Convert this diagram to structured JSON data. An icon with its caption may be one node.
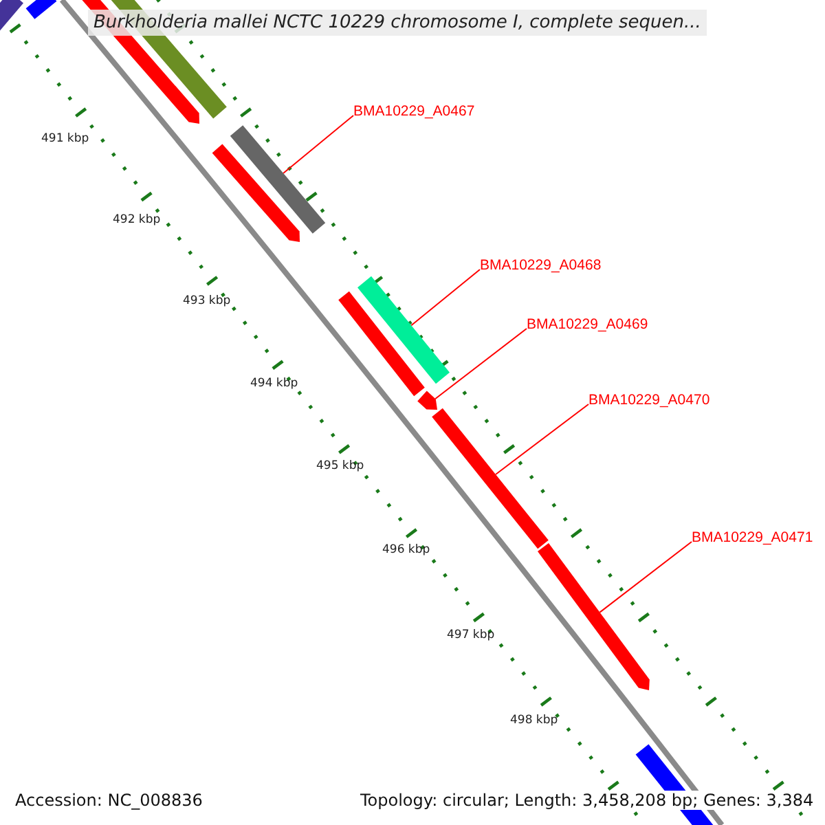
{
  "diagram": {
    "title": "Burkholderia mallei NCTC 10229 chromosome I, complete sequen...",
    "nodes": [
      {
        "text": [],
        "shape": "bar"
      },
      {
        "text": [],
        "shape": "bar"
      },
      {
        "text": [],
        "shape": "arrow"
      },
      {
        "text": [],
        "shape": "bar"
      },
      {
        "text": [
          "BMA10229_A0467"
        ]
      },
      {
        "text": [],
        "shape": "bar"
      },
      {
        "text": [],
        "shape": "arrow"
      },
      {
        "text": [
          "BMA10229_A0468"
        ]
      },
      {
        "text": [],
        "shape": "bar"
      },
      {
        "text": [],
        "shape": "bar"
      },
      {
        "text": [
          "BMA10229_A0469"
        ]
      },
      {
        "text": [],
        "shape": "arrow"
      },
      {
        "text": [
          "BMA10229_A0470"
        ]
      },
      {
        "text": [],
        "shape": "bar"
      },
      {
        "text": [
          "BMA10229_A0471"
        ]
      },
      {
        "text": [],
        "shape": "arrow"
      },
      {
        "text": [],
        "shape": "bar"
      }
    ],
    "edges": [
      {
        "from": 4,
        "to": 5,
        "arrow": "none"
      },
      {
        "from": 7,
        "to": 8,
        "arrow": "none"
      },
      {
        "from": 10,
        "to": 11,
        "arrow": "none"
      },
      {
        "from": 12,
        "to": 13,
        "arrow": "none"
      },
      {
        "from": 14,
        "to": 15,
        "arrow": "none"
      }
    ],
    "labels": [
      "491 kbp",
      "492 kbp",
      "493 kbp",
      "494 kbp",
      "495 kbp",
      "496 kbp",
      "497 kbp",
      "498 kbp",
      "Accession: NC_008836",
      "Topology: circular; Length: 3,458,208 bp; Genes: 3,384"
    ]
  }
}
